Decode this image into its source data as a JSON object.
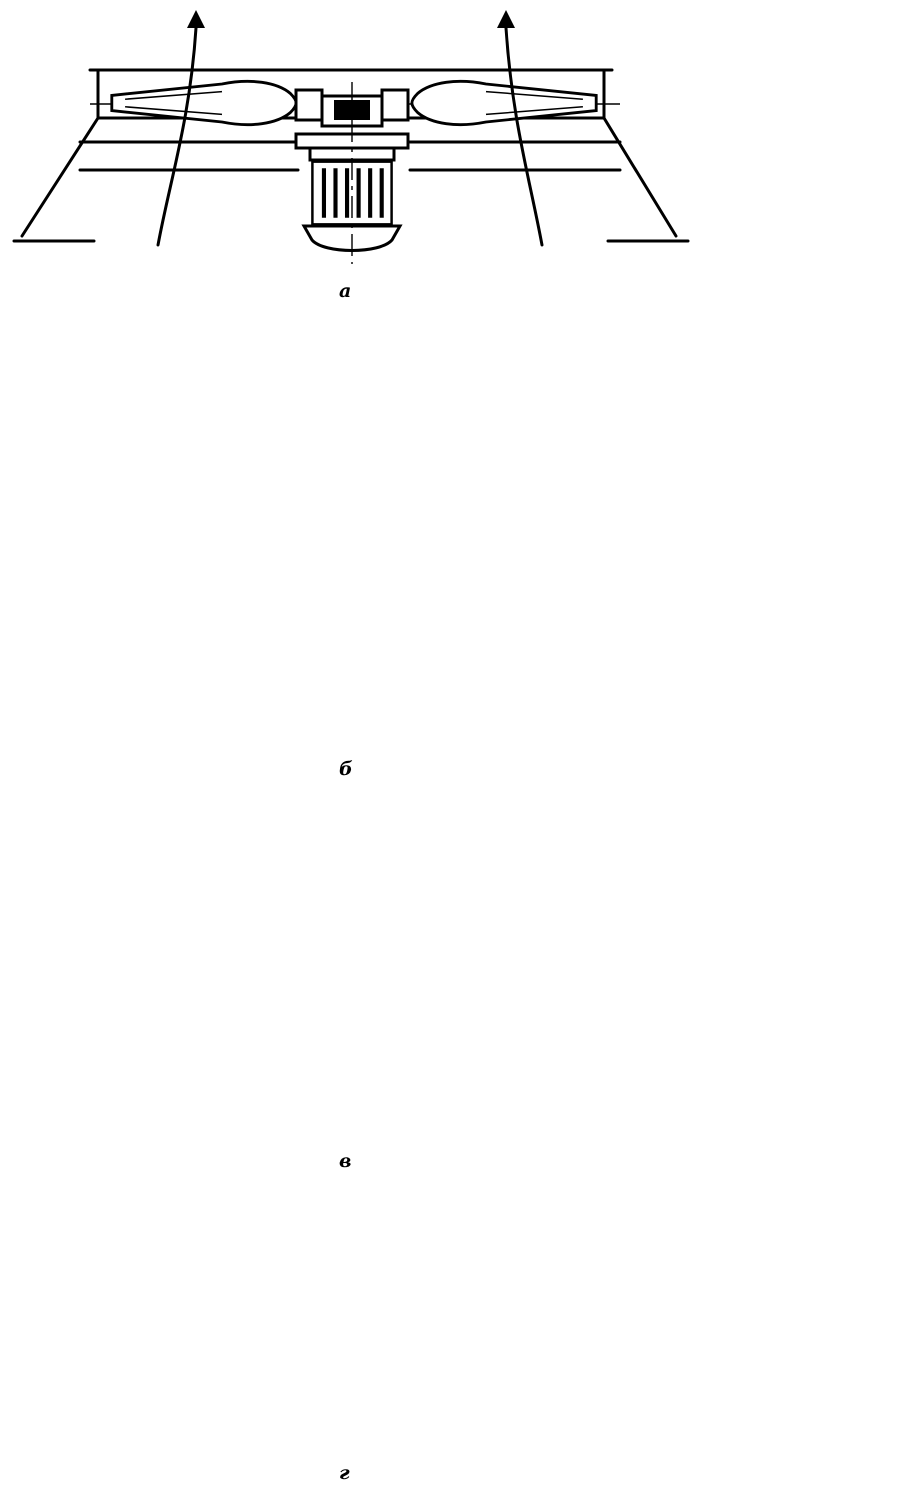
{
  "figure": {
    "panels": [
      {
        "id": "a",
        "label": "а"
      },
      {
        "id": "b",
        "label": "б"
      },
      {
        "id": "v",
        "label": "в"
      },
      {
        "id": "g",
        "label": "г"
      }
    ]
  }
}
